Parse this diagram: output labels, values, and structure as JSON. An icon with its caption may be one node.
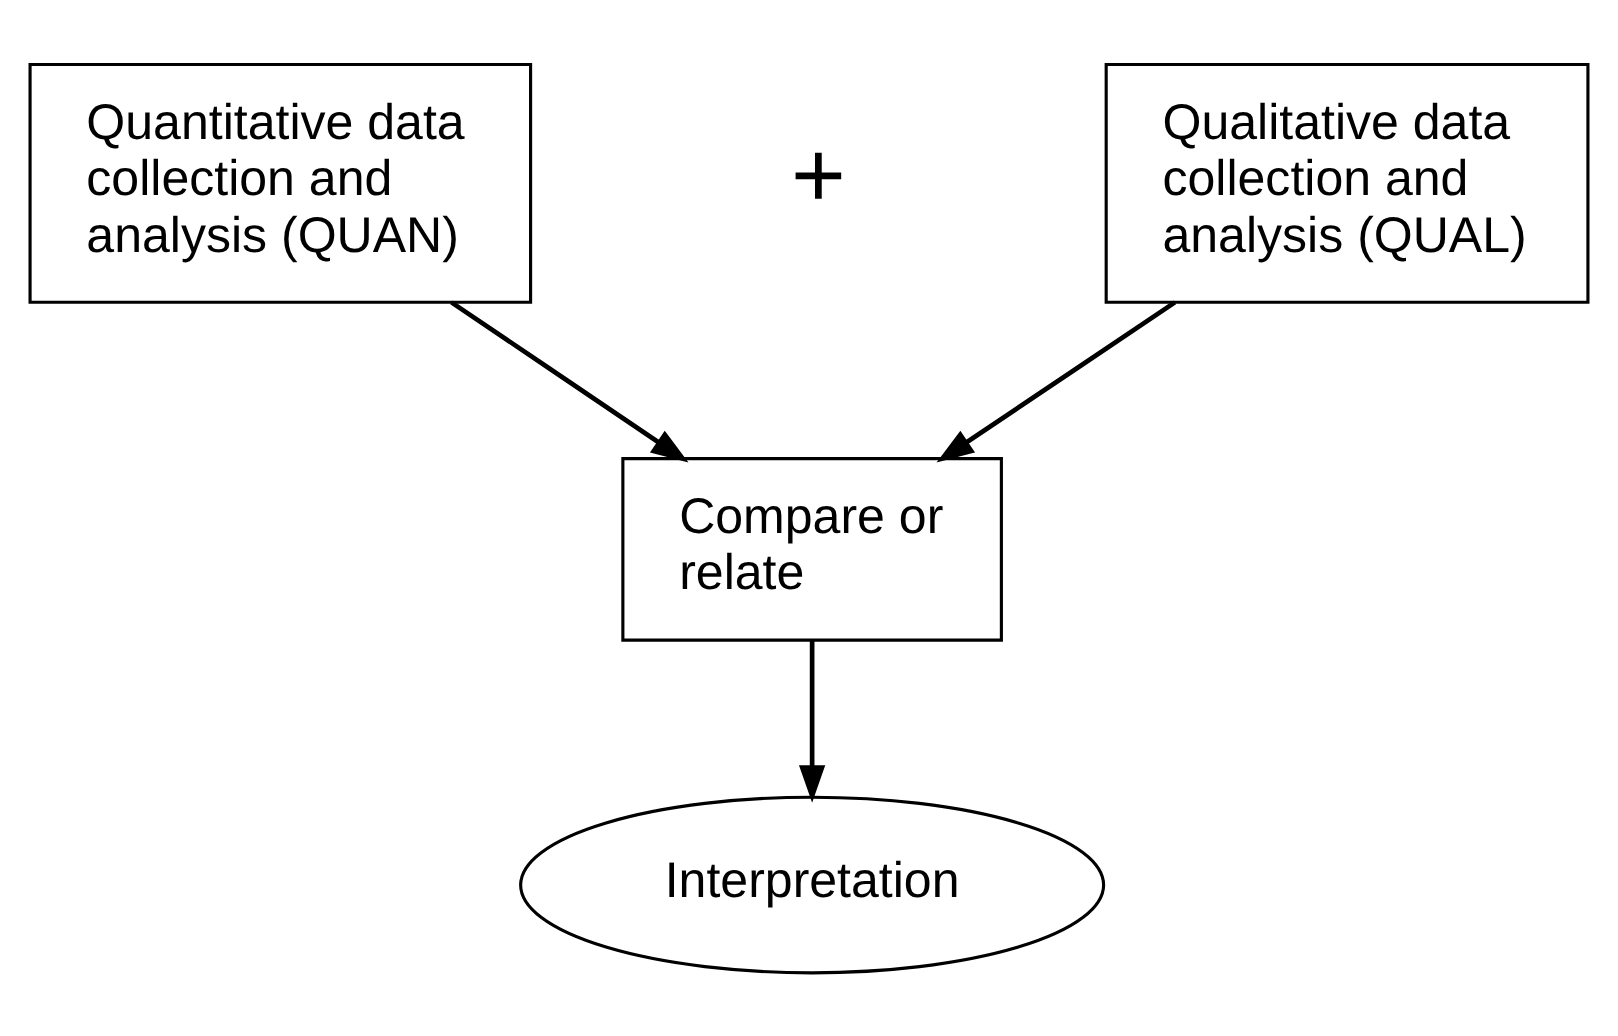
{
  "diagram": {
    "nodes": [
      {
        "text": [
          "Quantitative data collection and analysis (QUAN)"
        ]
      },
      {
        "text": [
          "Qualitative data collection and analysis (QUAL)"
        ]
      },
      {
        "text": [
          "Compare or relate"
        ]
      },
      {
        "text": [
          "Interpretation"
        ]
      }
    ],
    "edges": [
      {
        "from": 0,
        "to": 2,
        "arrow": "to"
      },
      {
        "from": 1,
        "to": 2,
        "arrow": "to"
      },
      {
        "from": 2,
        "to": 3,
        "arrow": "to"
      }
    ],
    "labels": [
      "+"
    ]
  }
}
